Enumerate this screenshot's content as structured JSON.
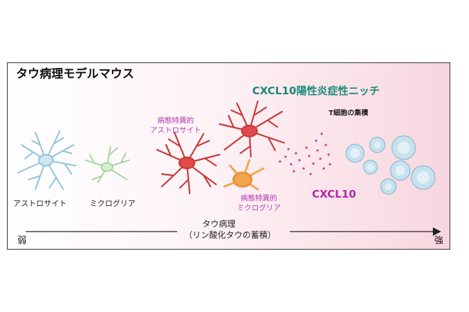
{
  "title": "タウ病理モデルマウス",
  "niche_label": "CXCL10陽性炎症性ニッチ",
  "tcell_label": "T細胞の集積",
  "astrocyte_normal": "アストロサイト",
  "microglia_normal": "ミクログリア",
  "astrocyte_disease": [
    "病態特異的",
    "アストロサイト"
  ],
  "microglia_disease": [
    "病態特異的",
    "ミクログリア"
  ],
  "cxcl10_label": "CXCL10",
  "axis": {
    "label_top": "タウ病理",
    "label_bottom": "（リン酸化タウの蓄積）",
    "left": "弱",
    "right": "強"
  },
  "colors": {
    "niche": "#1b8a7a",
    "disease_label": "#b23bb3",
    "cxcl10": "#b02aa4",
    "astro_normal": "#8fc3dc",
    "micro_normal": "#9ed39a",
    "astro_disease": "#c93a3a",
    "micro_disease": "#f2a64b",
    "tcell": "#b9dcec"
  }
}
